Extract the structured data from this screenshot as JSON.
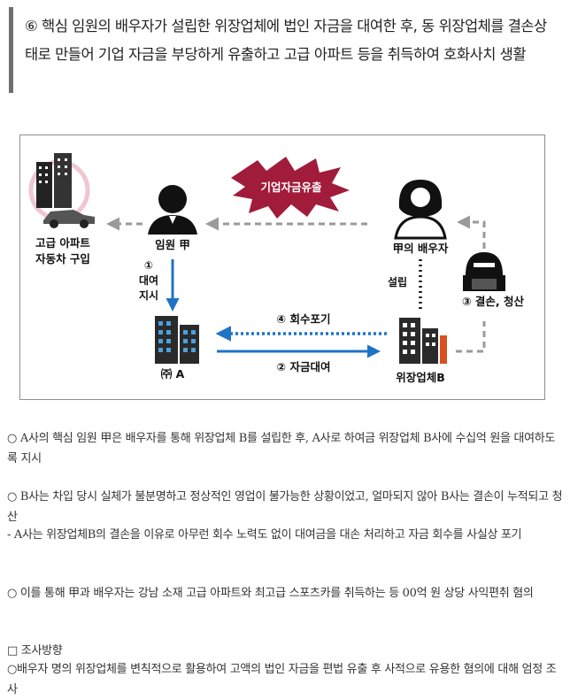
{
  "heading": {
    "text": "⑥ 핵심 임원의 배우자가 설립한 위장업체에 법인 자금을 대여한 후, 동 위장업체를 결손상태로 만들어 기업 자금을 부당하게 유출하고 고급 아파트 등을 취득하여 호화사치 생활"
  },
  "diagram": {
    "burst_label": "기업자금유출",
    "luxury_label_line1": "고급 아파트",
    "luxury_label_line2": "자동차 구입",
    "executive_label": "임원 甲",
    "spouse_label": "甲의 배우자",
    "instruct_num": "①",
    "instruct_line1": "대여",
    "instruct_line2": "지시",
    "establish_label": "설립",
    "deficit_label": "③ 결손, 청산",
    "company_a_label": "㈜ A",
    "company_b_label": "위장업체B",
    "waive_label": "④ 회수포기",
    "loan_label": "② 자금대여",
    "colors": {
      "blue": "#1f73c7",
      "gray_dashed": "#9a9a9a",
      "burst": "#a11c3a",
      "figure": "#111111"
    }
  },
  "paragraphs": {
    "p1": "○ A사의 핵심 임원 甲은 배우자를 통해 위장업체 B를 설립한 후, A사로 하여금 위장업체 B사에 수십억 원을 대여하도록 지시",
    "p2": "○ B사는 차입 당시 실체가 불분명하고 정상적인 영업이 불가능한 상황이었고, 얼마되지 않아 B사는 결손이 누적되고 청산",
    "p3": "- A사는 위장업체B의 결손을 이유로 아무런 회수 노력도 없이 대여금을 대손 처리하고 자금 회수를 사실상 포기",
    "p4": "○ 이를 통해 甲과 배우자는 강남 소재 고급 아파트와 최고급 스포츠카를 취득하는 등 00억 원 상당 사익편취 혐의",
    "p5": "□ 조사방향",
    "p6": "○배우자 명의 위장업체를 변칙적으로 활용하여 고액의 법인 자금을 편법 유출 후 사적으로 유용한 혐의에 대해 엄정 조사"
  }
}
